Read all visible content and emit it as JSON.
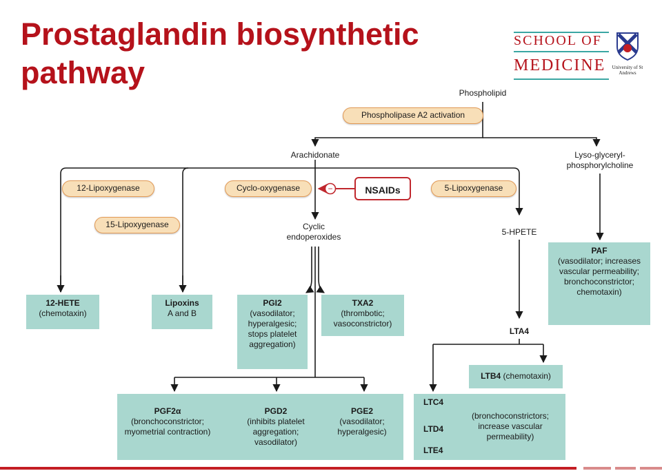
{
  "slide": {
    "title": "Prostaglandin biosynthetic pathway",
    "logo": {
      "line1": "SCHOOL OF",
      "line2": "MEDICINE",
      "university": "University of St Andrews"
    }
  },
  "diagram": {
    "phospholipid": "Phospholipid",
    "phospholipase": "Phospholipase A2 activation",
    "arachidonate": "Arachidonate",
    "lyso": "Lyso-glyceryl-phosphorylcholine",
    "enzymes": {
      "lox12": "12-Lipoxygenase",
      "lox15": "15-Lipoxygenase",
      "cox": "Cyclo-oxygenase",
      "lox5": "5-Lipoxygenase"
    },
    "nsaids": "NSAIDs",
    "inhibit_symbol": "−",
    "cyclic": "Cyclic endoperoxides",
    "hpete": "5-HPETE",
    "lta4": "LTA4",
    "products": {
      "hete12": {
        "name": "12-HETE",
        "desc": "(chemotaxin)"
      },
      "lipoxins": {
        "name": "Lipoxins",
        "desc": "A and B"
      },
      "pgi2": {
        "name": "PGI2",
        "desc": "(vasodilator; hyperalgesic; stops platelet aggregation)"
      },
      "txa2": {
        "name": "TXA2",
        "desc": "(thrombotic; vasoconstrictor)"
      },
      "paf": {
        "name": "PAF",
        "desc": "(vasodilator; increases vascular permeability; bronchoconstrictor; chemotaxin)"
      },
      "ltb4": {
        "name": "LTB4",
        "desc": "(chemotaxin)"
      },
      "pgf2a": {
        "name": "PGF2α",
        "desc": "(bronchoconstrictor; myometrial contraction)"
      },
      "pgd2": {
        "name": "PGD2",
        "desc": "(inhibits platelet aggregation; vasodilator)"
      },
      "pge2": {
        "name": "PGE2",
        "desc": "(vasodilator; hyperalgesic)"
      },
      "ltc4": "LTC4",
      "ltd4": "LTD4",
      "lte4": "LTE4",
      "lt_desc": "(bronchoconstrictors; increase vascular permeability)"
    }
  },
  "colors": {
    "title": "#b5121b",
    "box": "#a9d7cf",
    "pill": "#f8dfb8",
    "nsaid_border": "#c0272d",
    "accent_line": "#3aa6a3"
  }
}
